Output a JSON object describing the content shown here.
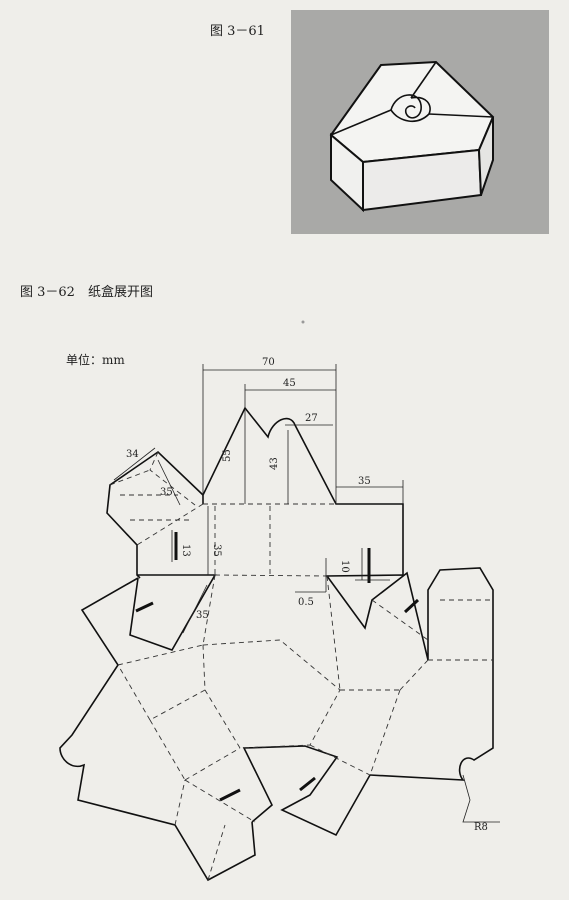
{
  "figure_61": {
    "caption": "图 3－61"
  },
  "figure_62": {
    "caption": "图 3－62　纸盒展开图"
  },
  "unit_label": "单位：mm",
  "dimensions": {
    "d70": "70",
    "d45": "45",
    "d27": "27",
    "d55": "55",
    "d43": "43",
    "d34": "34",
    "d35_left": "35",
    "d35_right": "35",
    "d13": "13",
    "d35_vertical": "35",
    "d10": "10",
    "d0_5": "0.5",
    "d35_diag": "35",
    "r8": "R8"
  }
}
